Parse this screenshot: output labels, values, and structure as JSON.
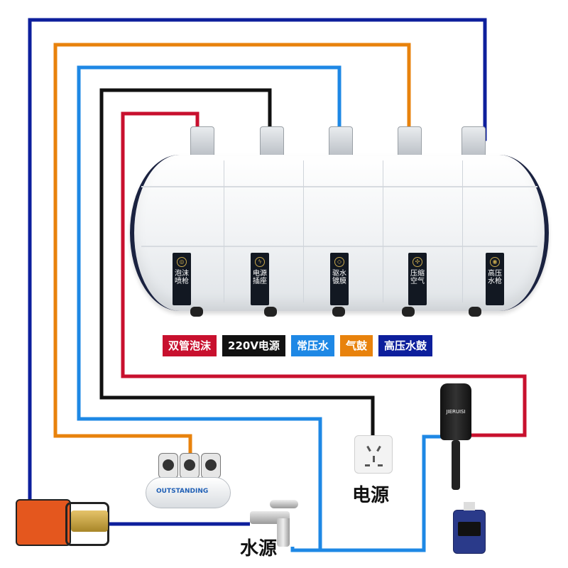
{
  "colors": {
    "red": "#c8102e",
    "black": "#111111",
    "blue": "#1e88e5",
    "orange": "#e8820c",
    "navy": "#0d1f9c"
  },
  "legend": [
    {
      "label": "双管泡沫",
      "color": "#c8102e"
    },
    {
      "label": "220V电源",
      "color": "#111111"
    },
    {
      "label": "常压水",
      "color": "#1e88e5"
    },
    {
      "label": "气鼓",
      "color": "#e8820c"
    },
    {
      "label": "高压水鼓",
      "color": "#0d1f9c"
    }
  ],
  "modules": [
    {
      "label": "泡沫\n喷枪",
      "icon": "spray-icon"
    },
    {
      "label": "电源\n插座",
      "icon": "lightning-icon"
    },
    {
      "label": "驱水\n镀膜",
      "icon": "drop-icon"
    },
    {
      "label": "压缩\n空气",
      "icon": "fan-icon"
    },
    {
      "label": "高压\n水枪",
      "icon": "gun-icon"
    }
  ],
  "labels": {
    "power": "电源",
    "water": "水源"
  },
  "brands": {
    "dispenser": "JIERUISI",
    "compressor": "OUTSTANDING"
  }
}
